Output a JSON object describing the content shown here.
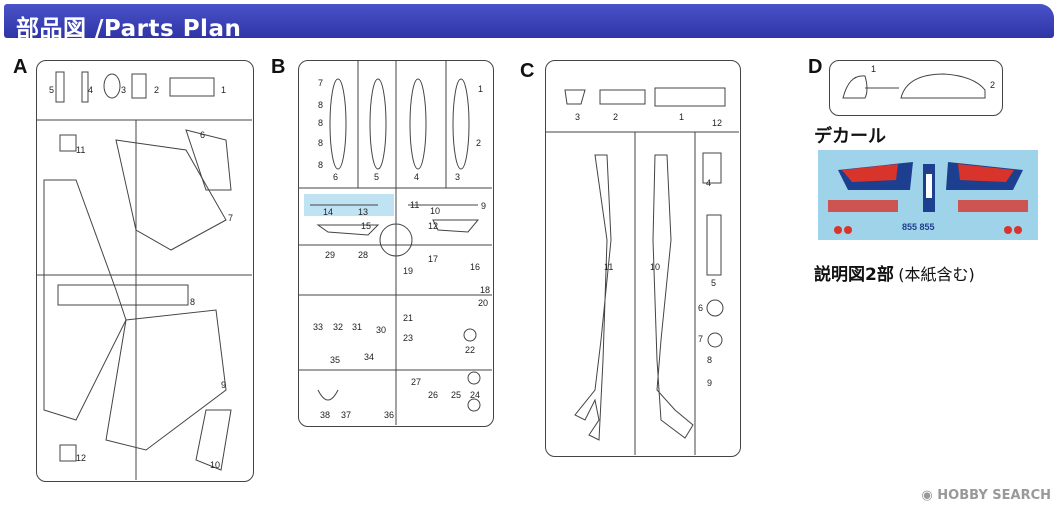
{
  "header": {
    "title": "部品図 /Parts Plan"
  },
  "panels": {
    "a": {
      "label": "A",
      "parts": [
        "1",
        "2",
        "3",
        "4",
        "5",
        "6",
        "7",
        "8",
        "9",
        "10",
        "11",
        "12"
      ]
    },
    "b": {
      "label": "B",
      "parts": [
        "1",
        "2",
        "3",
        "4",
        "5",
        "6",
        "7",
        "8",
        "8",
        "8",
        "8",
        "9",
        "10",
        "11",
        "12",
        "13",
        "14",
        "15",
        "16",
        "17",
        "18",
        "19",
        "20",
        "21",
        "22",
        "23",
        "24",
        "25",
        "26",
        "27",
        "28",
        "29",
        "30",
        "31",
        "32",
        "33",
        "34",
        "35",
        "36",
        "37",
        "38"
      ]
    },
    "c": {
      "label": "C",
      "parts": [
        "1",
        "2",
        "3",
        "4",
        "5",
        "6",
        "7",
        "8",
        "9",
        "10",
        "11",
        "12"
      ]
    },
    "d": {
      "label": "D",
      "parts": [
        "1",
        "2"
      ]
    }
  },
  "decal": {
    "title": "デカール",
    "number_text": "855 855",
    "colors": {
      "background": "#9fd3ea",
      "red": "#d9342b",
      "blue": "#1d3f8f",
      "white": "#ffffff"
    }
  },
  "instruction_note": {
    "bold": "説明図2部",
    "normal": "(本紙含む)"
  },
  "watermark": {
    "text": "HOBBY SEARCH",
    "icon": "hobby-search-logo-icon"
  },
  "colors": {
    "header_bg": "#3a40b4",
    "header_text": "#ffffff",
    "line": "#444444",
    "highlight": "#bfe3f3"
  }
}
